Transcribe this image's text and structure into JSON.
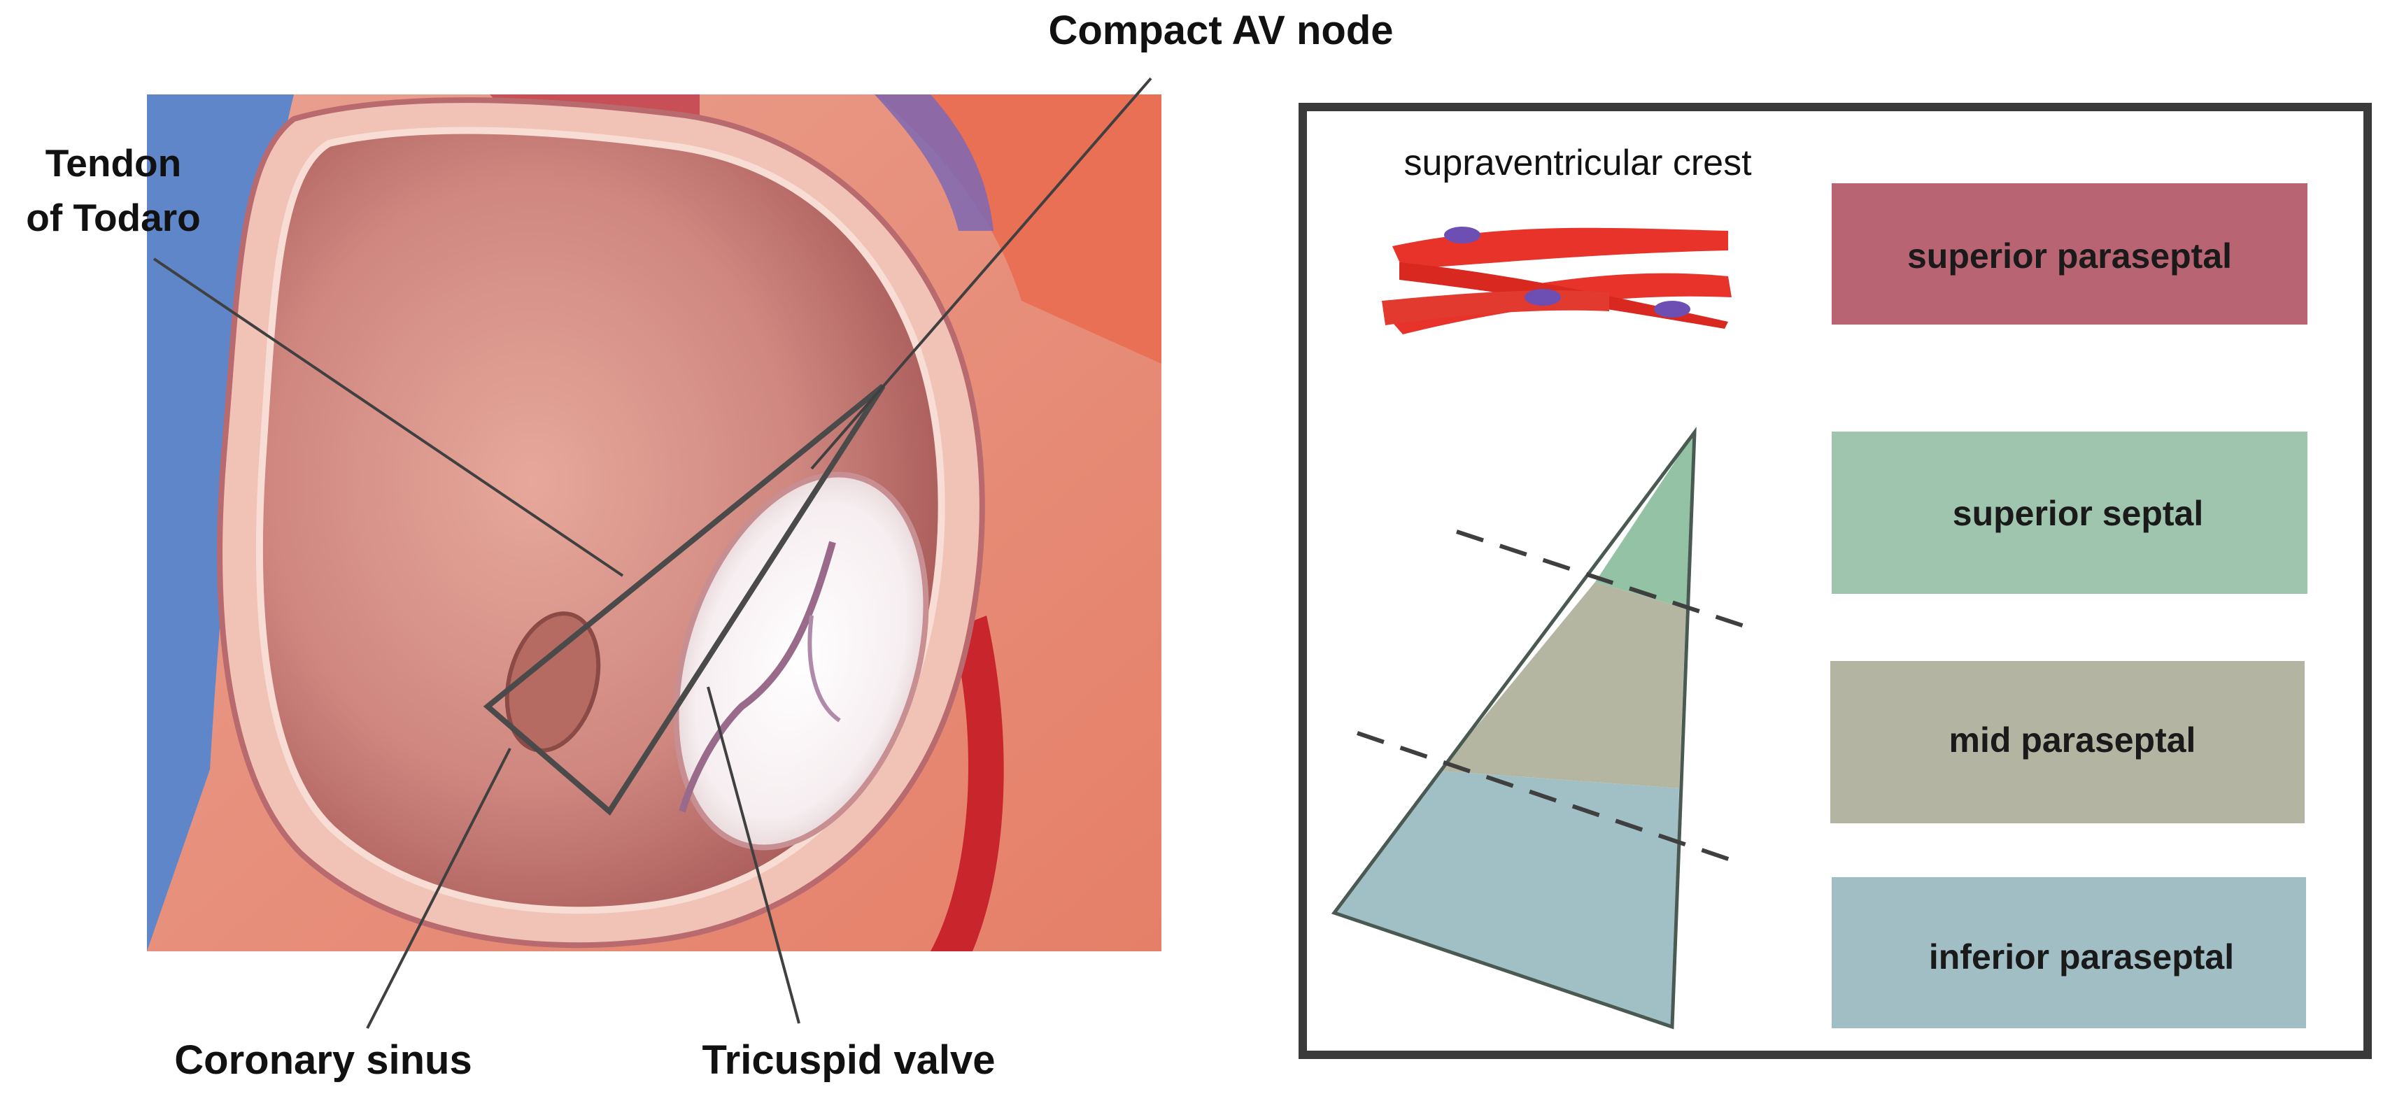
{
  "anatomy": {
    "labels": {
      "compact_av_node": "Compact AV node",
      "tendon_line1": "Tendon",
      "tendon_line2": "of Todaro",
      "coronary_sinus": "Coronary sinus",
      "tricuspid_valve": "Tricuspid valve"
    }
  },
  "legend": {
    "crest_label": "supraventricular crest",
    "zones": [
      {
        "label": "superior paraseptal",
        "color": "#b96472"
      },
      {
        "label": "superior septal",
        "color": "#9fc5ae"
      },
      {
        "label": "mid paraseptal",
        "color": "#b3b5a2"
      },
      {
        "label": "inferior paraseptal",
        "color": "#a1bec4"
      }
    ]
  },
  "colors": {
    "pointer_line": "#404040",
    "frame": "#3a3a3a",
    "crest_fiber": "#e8332b",
    "crest_nucleus": "#6d4fb3",
    "triangle_top": "#93c2a5",
    "triangle_mid": "#b4b6a1",
    "triangle_bottom": "#a0c0c6"
  }
}
